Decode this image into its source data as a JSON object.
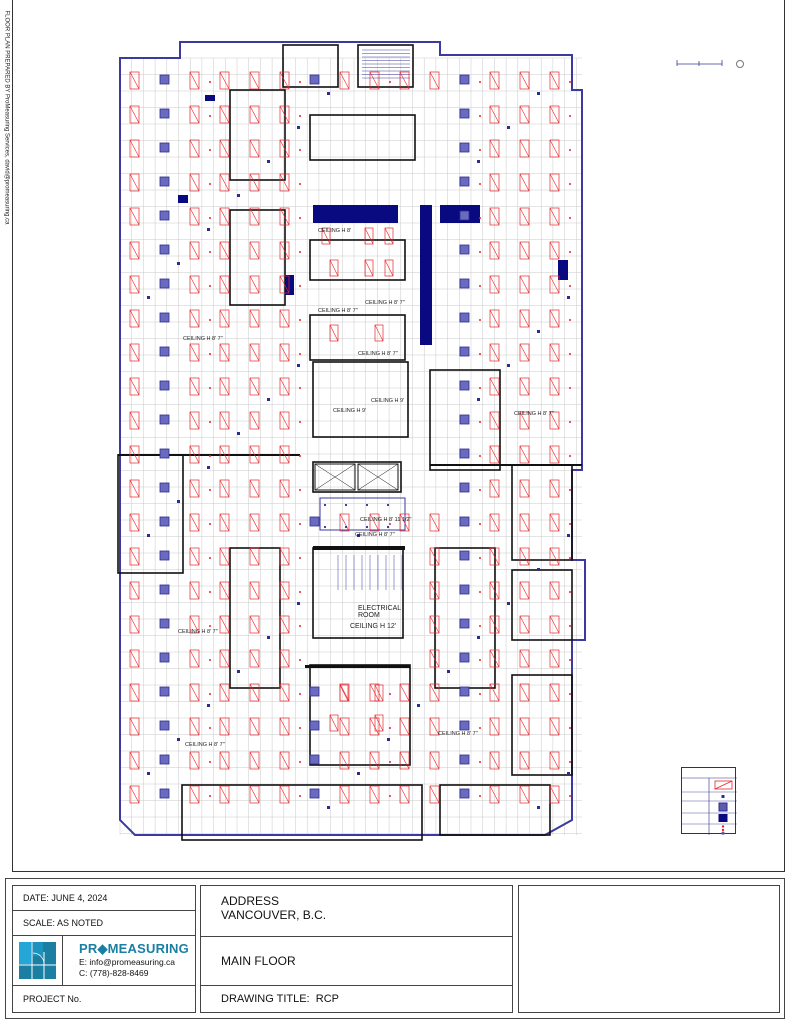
{
  "side_note": "FLOOR PLAN PREPARED BY ProMeasuring Services, david@promeasuring.ca",
  "plan": {
    "labels": {
      "c1": "CEILING H 8' 7\"",
      "c2": "CEILING H 8'",
      "c3": "CEILING H 8' 7\"",
      "c4": "CEILING H 8' 7\"",
      "c5": "CEILING H 8' 7\"",
      "c6": "CEILING H 9'",
      "c7": "CEILING H 9'",
      "c8": "CEILING H 8' 7\"",
      "c9": "CEILING H 8' 11 1/2\"",
      "c10": "CEILING H 8' 7\"",
      "c11": "ELECTRICAL",
      "c12": "ROOM",
      "c13": "CEILING H 12'",
      "c14": "CEILING H 8' 7\"",
      "c15": "CEILING H 8' 7\"",
      "c16": "CEILING H 8' 7\""
    },
    "colors": {
      "fixture": "#e8242a",
      "diffuser": "#2d2d8f",
      "wall": "#111111",
      "grid": "#c9c9c9",
      "boundary": "#3a3aa0"
    }
  },
  "title_block": {
    "date": "DATE: JUNE 4, 2024",
    "scale": "SCALE: AS NOTED",
    "company": "PR◆MEASURING",
    "email": "E: info@promeasuring.ca",
    "phone": "C: (778)-828-8469",
    "project_no": "PROJECT No.",
    "address_line1": "ADDRESS",
    "address_line2": "VANCOUVER, B.C.",
    "floor": "MAIN FLOOR",
    "drawing_title_label": "DRAWING TITLE:",
    "drawing_title": "RCP",
    "brand_color": "#1a7fa3"
  }
}
